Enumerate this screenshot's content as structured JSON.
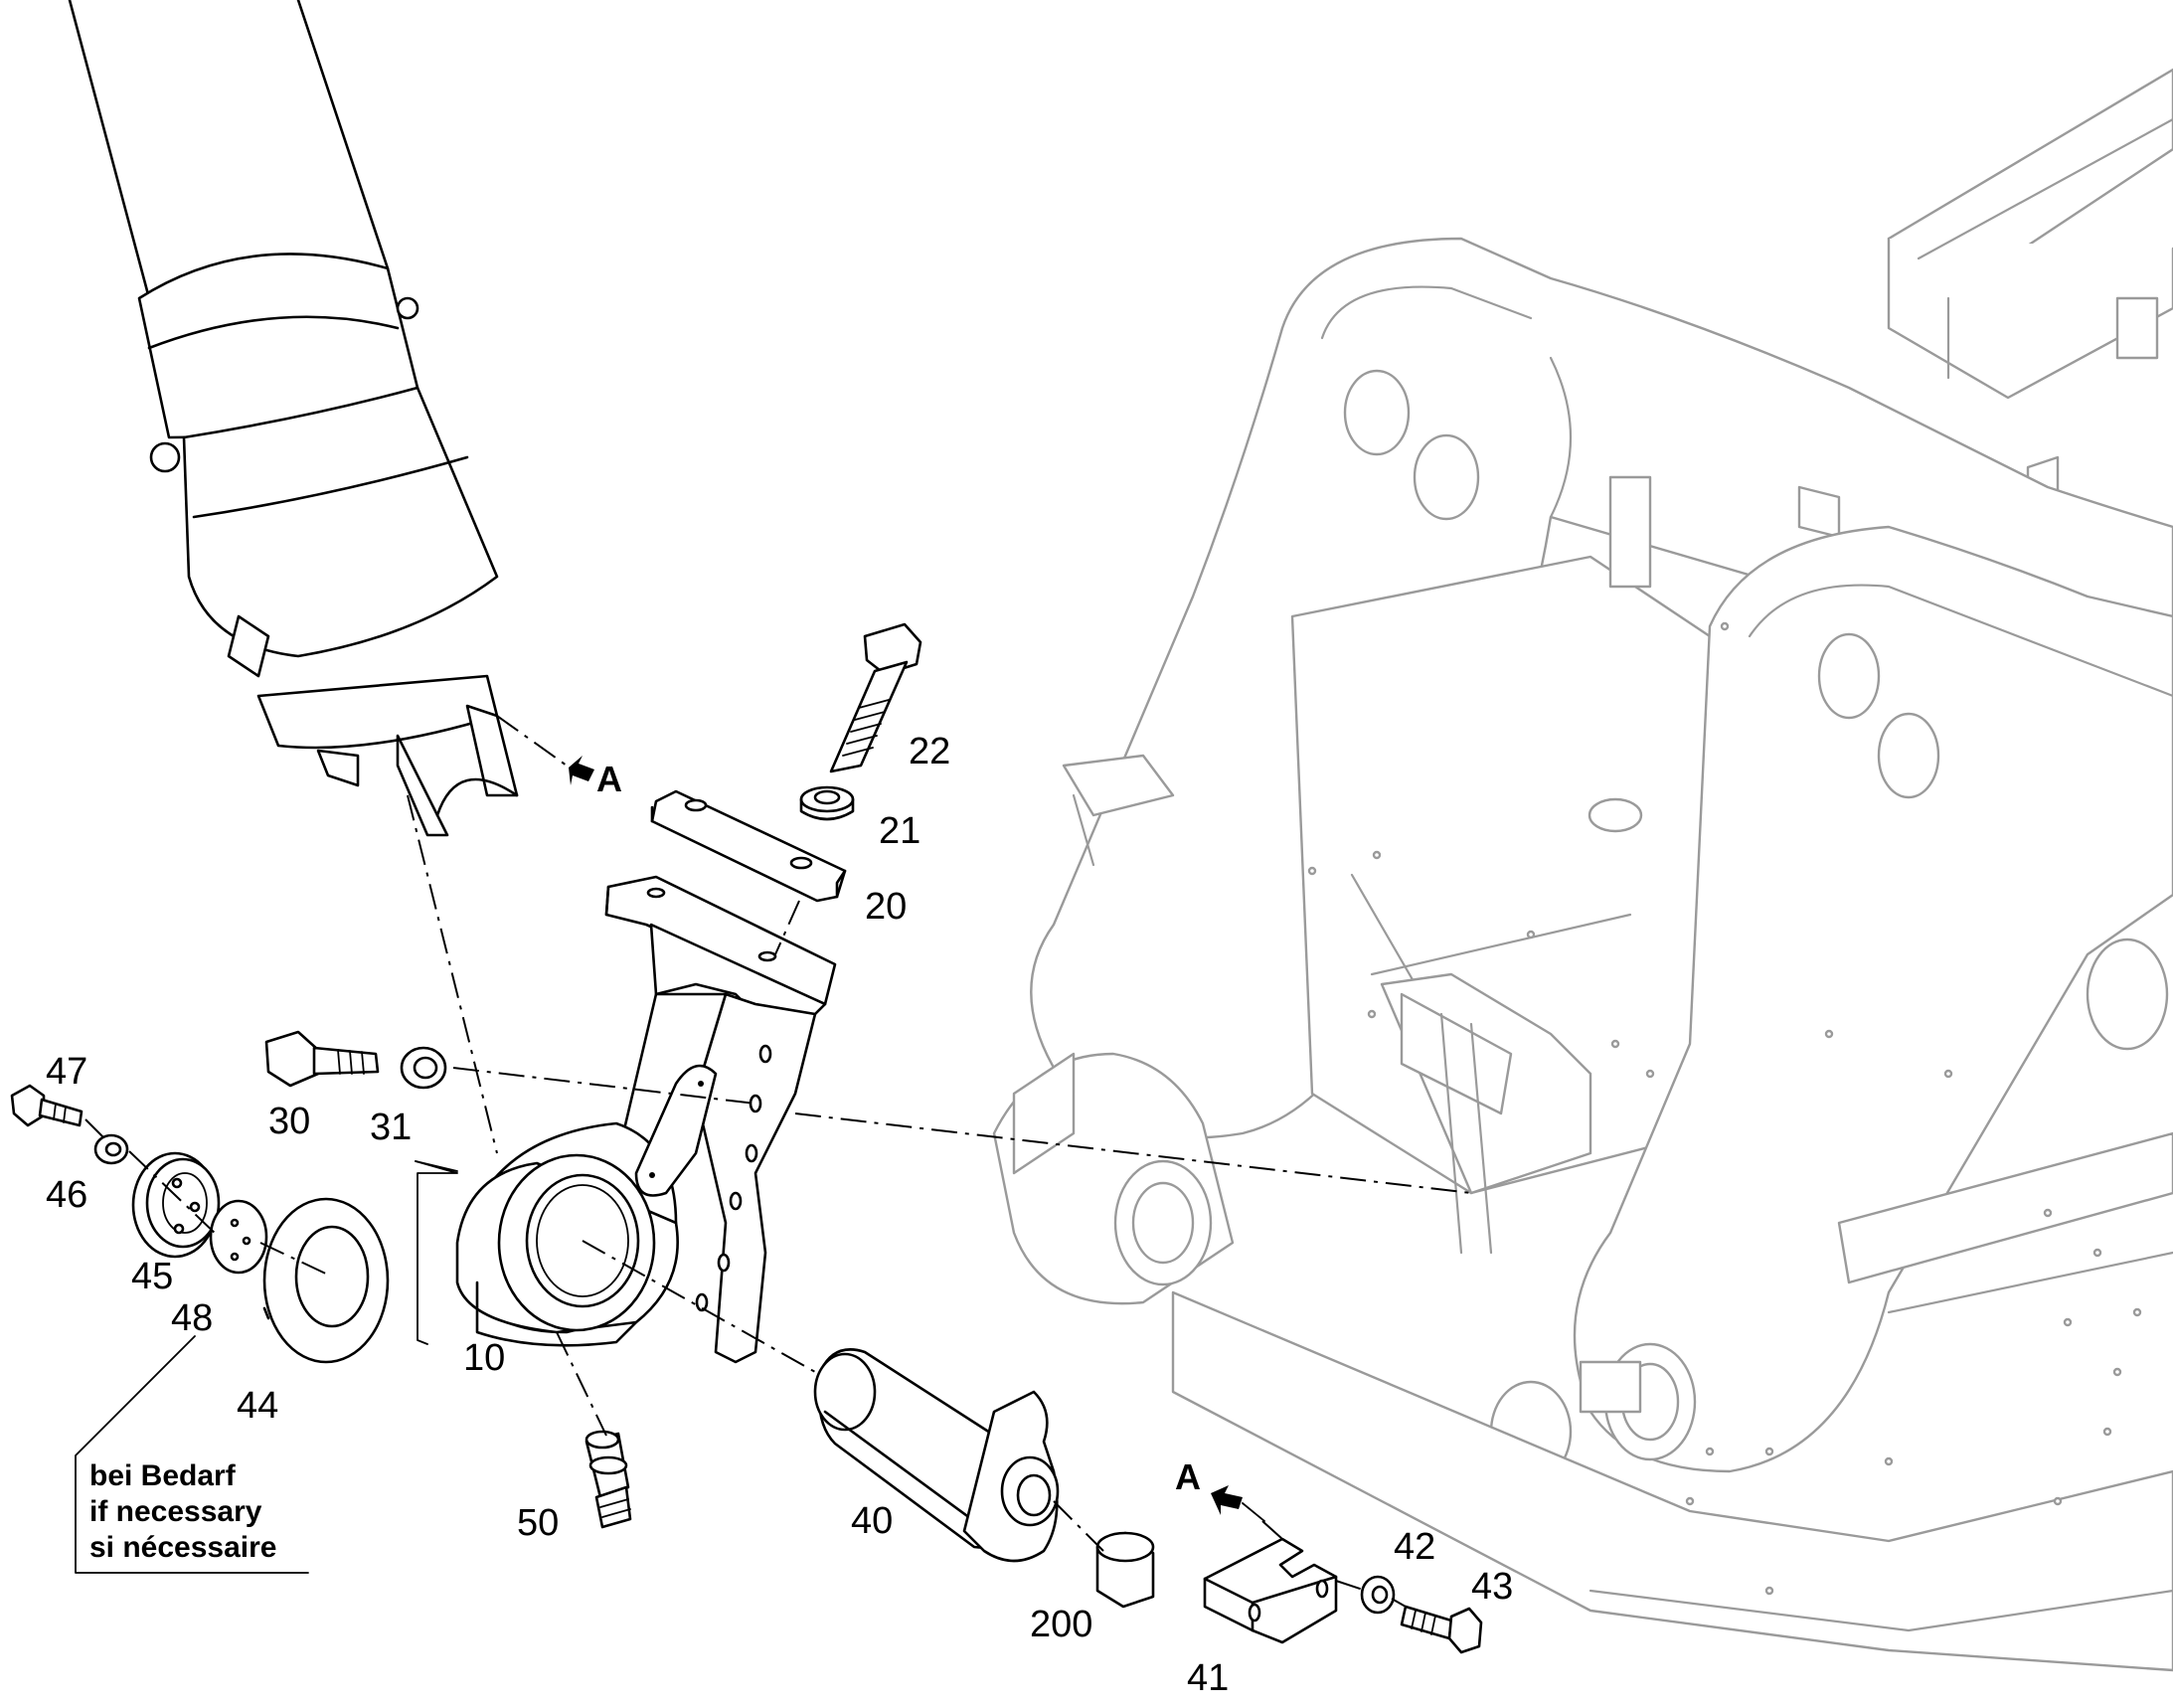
{
  "callouts": [
    {
      "id": "c22",
      "label": "22"
    },
    {
      "id": "c21",
      "label": "21"
    },
    {
      "id": "c20",
      "label": "20"
    },
    {
      "id": "c47",
      "label": "47"
    },
    {
      "id": "c30",
      "label": "30"
    },
    {
      "id": "c31",
      "label": "31"
    },
    {
      "id": "c46",
      "label": "46"
    },
    {
      "id": "c45",
      "label": "45"
    },
    {
      "id": "c48",
      "label": "48"
    },
    {
      "id": "c10",
      "label": "10"
    },
    {
      "id": "c44",
      "label": "44"
    },
    {
      "id": "c50",
      "label": "50"
    },
    {
      "id": "c40",
      "label": "40"
    },
    {
      "id": "c42",
      "label": "42"
    },
    {
      "id": "c43",
      "label": "43"
    },
    {
      "id": "c200",
      "label": "200"
    },
    {
      "id": "c41",
      "label": "41"
    }
  ],
  "view_markers": {
    "upper": "A",
    "lower": "A"
  },
  "note": {
    "line1": "bei Bedarf",
    "line2": "if necessary",
    "line3": "si nécessaire"
  }
}
